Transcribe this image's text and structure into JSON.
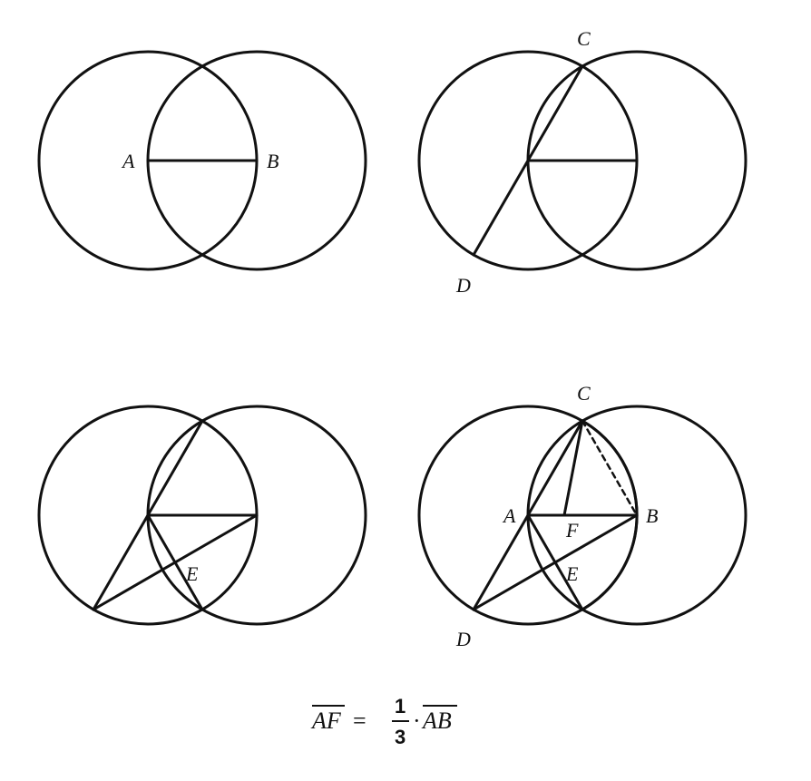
{
  "panels": [
    {
      "labels": {
        "a": "A",
        "b": "B"
      }
    },
    {
      "labels": {
        "c": "C",
        "d": "D"
      }
    },
    {
      "labels": {
        "e": "E"
      }
    },
    {
      "labels": {
        "a": "A",
        "b": "B",
        "c": "C",
        "d": "D",
        "e": "E",
        "f": "F"
      }
    }
  ],
  "formula": {
    "lhs": "AF",
    "equals": "=",
    "numerator": "1",
    "denominator": "3",
    "dot": "·",
    "rhs": "AB"
  }
}
